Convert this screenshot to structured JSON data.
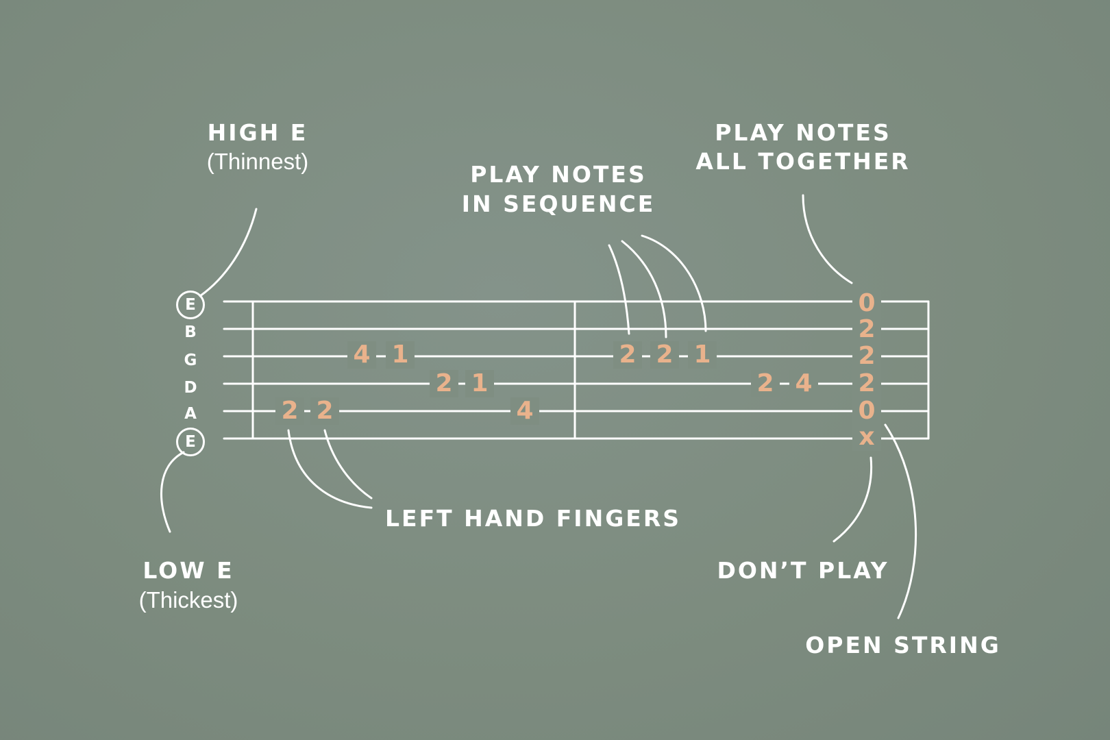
{
  "labels": {
    "high_e": "HIGH E",
    "high_e_sub": "(Thinnest)",
    "low_e": "LOW E",
    "low_e_sub": "(Thickest)",
    "sequence": [
      "PLAY NOTES",
      "IN SEQUENCE"
    ],
    "together": [
      "PLAY NOTES",
      "ALL TOGETHER"
    ],
    "left_hand": "LEFT HAND FINGERS",
    "dont_play": "DON’T PLAY",
    "open_string": "OPEN STRING"
  },
  "strings": [
    "E",
    "B",
    "G",
    "D",
    "A",
    "E"
  ],
  "measure1": {
    "G": [
      "4",
      "1"
    ],
    "D": [
      "2",
      "1"
    ],
    "A": [
      "2",
      "2",
      "4"
    ]
  },
  "measure2": {
    "G": [
      "2",
      "2",
      "1"
    ],
    "D": [
      "2",
      "4"
    ]
  },
  "chord": [
    "0",
    "2",
    "2",
    "2",
    "0",
    "x"
  ],
  "colors": {
    "background": "#7d8c7f",
    "line": "#ffffff",
    "fret_number": "#e9b28c"
  }
}
